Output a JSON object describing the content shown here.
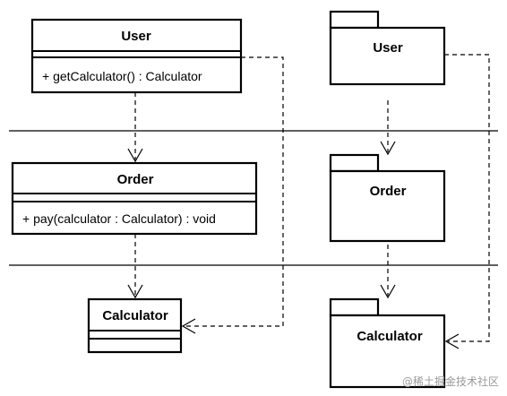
{
  "class_diagram": {
    "user": {
      "name": "User",
      "method": "+ getCalculator() : Calculator"
    },
    "order": {
      "name": "Order",
      "method": "+ pay(calculator : Calculator) : void"
    },
    "calculator": {
      "name": "Calculator"
    }
  },
  "package_diagram": {
    "user": {
      "name": "User"
    },
    "order": {
      "name": "Order"
    },
    "calculator": {
      "name": "Calculator"
    }
  },
  "watermark": "@稀土掘金技术社区"
}
